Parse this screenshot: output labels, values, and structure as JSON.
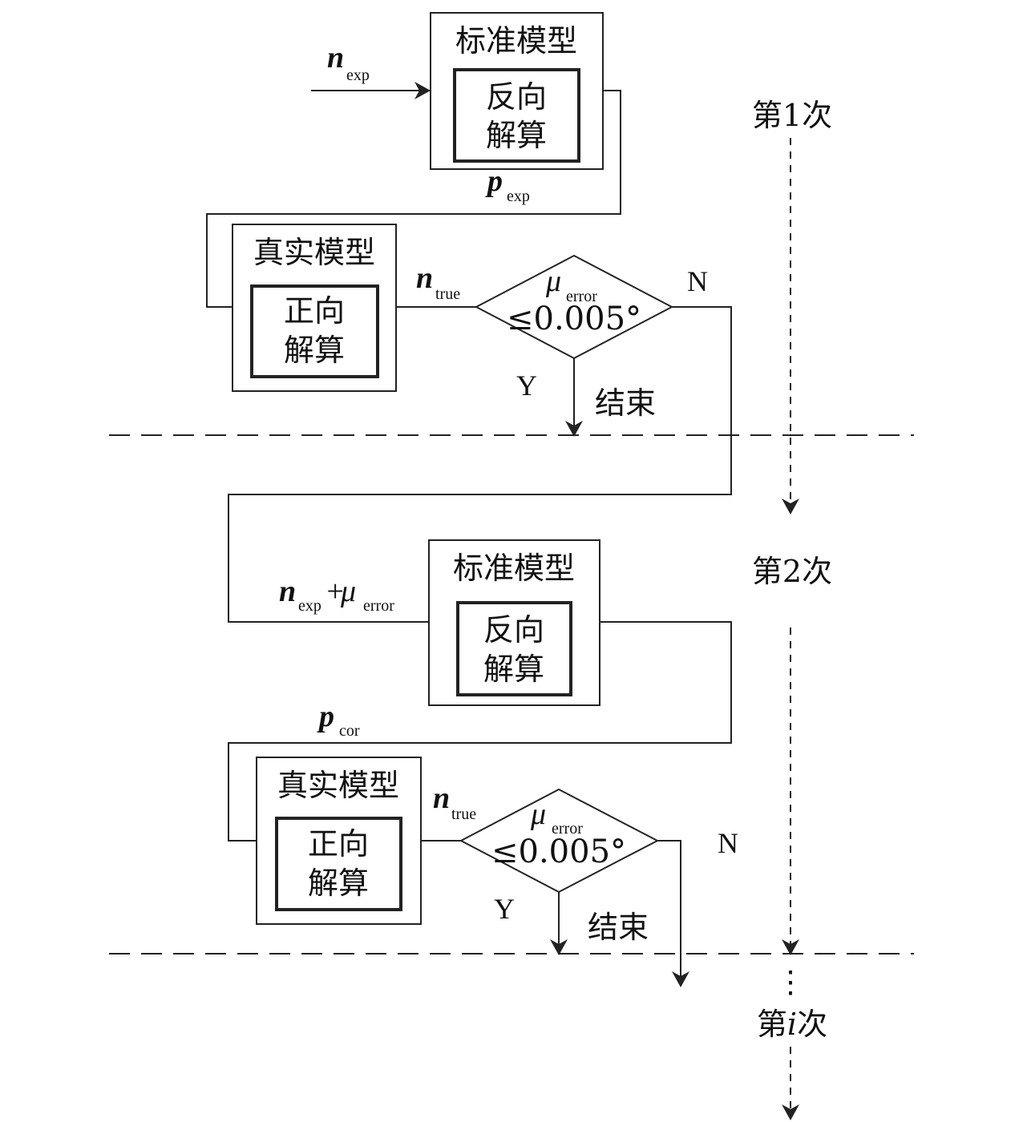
{
  "stage1": {
    "std_model": "标准模型",
    "inverse_1": "反向",
    "inverse_2": "解算",
    "n_exp_var": "n",
    "n_exp_sub": "exp",
    "p_exp_var": "p",
    "p_exp_sub": "exp",
    "real_model": "真实模型",
    "forward_1": "正向",
    "forward_2": "解算",
    "n_true_var": "n",
    "n_true_sub": "true",
    "mu": "μ",
    "mu_sub": "error",
    "cond": "≤0.005°",
    "yes": "Y",
    "no": "N",
    "end": "结束"
  },
  "stage2": {
    "input_var": "n",
    "input_sub": "exp",
    "plus": "+",
    "input_mu": "μ",
    "input_mu_sub": "error",
    "std_model": "标准模型",
    "inverse_1": "反向",
    "inverse_2": "解算",
    "p_cor_var": "p",
    "p_cor_sub": "cor",
    "real_model": "真实模型",
    "forward_1": "正向",
    "forward_2": "解算",
    "n_true_var": "n",
    "n_true_sub": "true",
    "mu": "μ",
    "mu_sub": "error",
    "cond": "≤0.005°",
    "yes": "Y",
    "no": "N",
    "end": "结束"
  },
  "iterations": {
    "first": "第1次",
    "second": "第2次",
    "ith_prefix": "第",
    "ith_var": "i",
    "ith_suffix": "次",
    "ellipsis": "⋮"
  }
}
